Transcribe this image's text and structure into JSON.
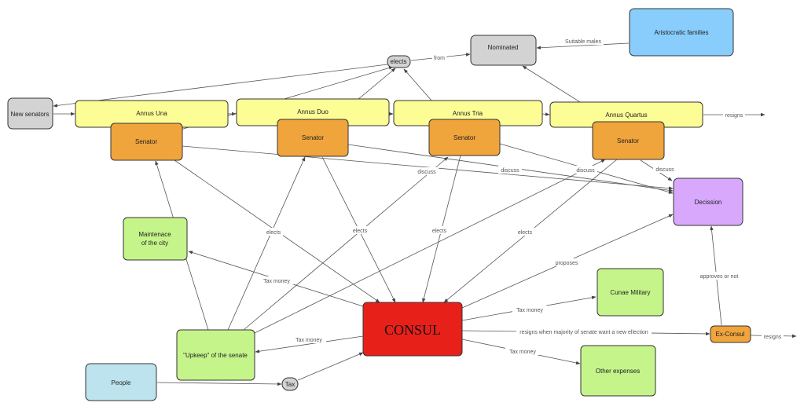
{
  "colors": {
    "gray": "#d3d3d3",
    "yellow": "#fdfd96",
    "orange": "#f0a43c",
    "green": "#c5f58a",
    "blue": "#89cdfc",
    "lightblue": "#bde3ee",
    "purple": "#d8a8fc",
    "red": "#e8201a"
  },
  "nodes": {
    "aristocratic_families": "Aristocratic families",
    "nominated": "Nominated",
    "elects": "elects",
    "new_senators": "New senators",
    "annus_una": "Annus Una",
    "annus_duo": "Annus Duo",
    "annus_tria": "Annus Tria",
    "annus_quartus": "Annus Quartus",
    "senator": "Senator",
    "decission": "Decission",
    "maintenance_line1": "Maintenace",
    "maintenance_line2": "of the city",
    "cunae_military": "Cunae Military",
    "consul": "CONSUL",
    "upkeep": "\"Upkeep\" of the senate",
    "people": "People",
    "tax": "Tax",
    "ex_consul": "Ex-Consul",
    "other_expenses": "Other expenses"
  },
  "edge_labels": {
    "suitable_males": "Suitable males",
    "from": "from",
    "resigns": "resigns",
    "discuss": "discuss",
    "elects": "elects",
    "tax_money": "Tax money",
    "proposes": "proposes",
    "approves_or_not": "approves or not",
    "resigns_when": "resigns when majority of senate want a new ellection"
  }
}
